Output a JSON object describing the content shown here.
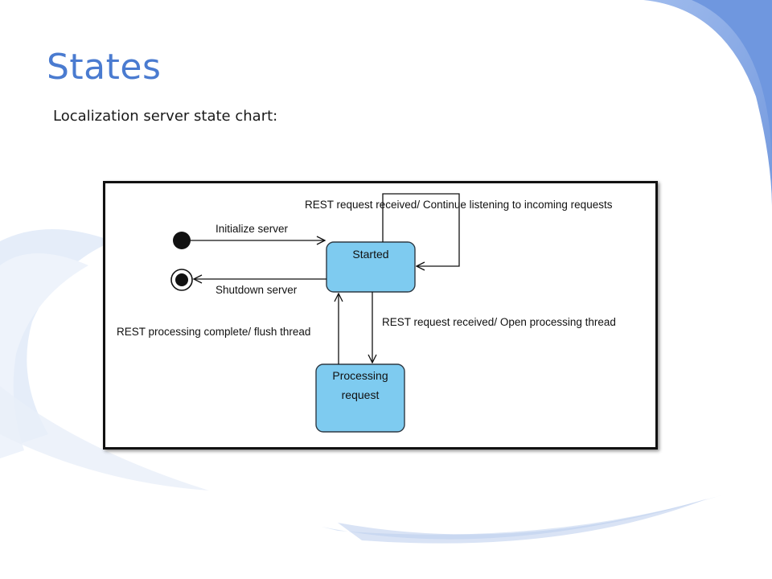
{
  "slide": {
    "title": "States",
    "subtitle": "Localization server state chart:"
  },
  "diagram": {
    "type": "state-chart",
    "states": [
      {
        "id": "started",
        "label": "Started"
      },
      {
        "id": "processing",
        "label_line1": "Processing",
        "label_line2": "request"
      }
    ],
    "transitions": {
      "initialize": "Initialize server",
      "shutdown": "Shutdown server",
      "self_loop": "REST request received/ Continue listening to incoming requests",
      "to_processing": "REST request received/ Open processing thread",
      "to_started": "REST processing complete/ flush thread"
    },
    "colors": {
      "state_fill": "#7ecbf0",
      "state_stroke": "#2f3a44",
      "title": "#4a7bd0"
    }
  }
}
